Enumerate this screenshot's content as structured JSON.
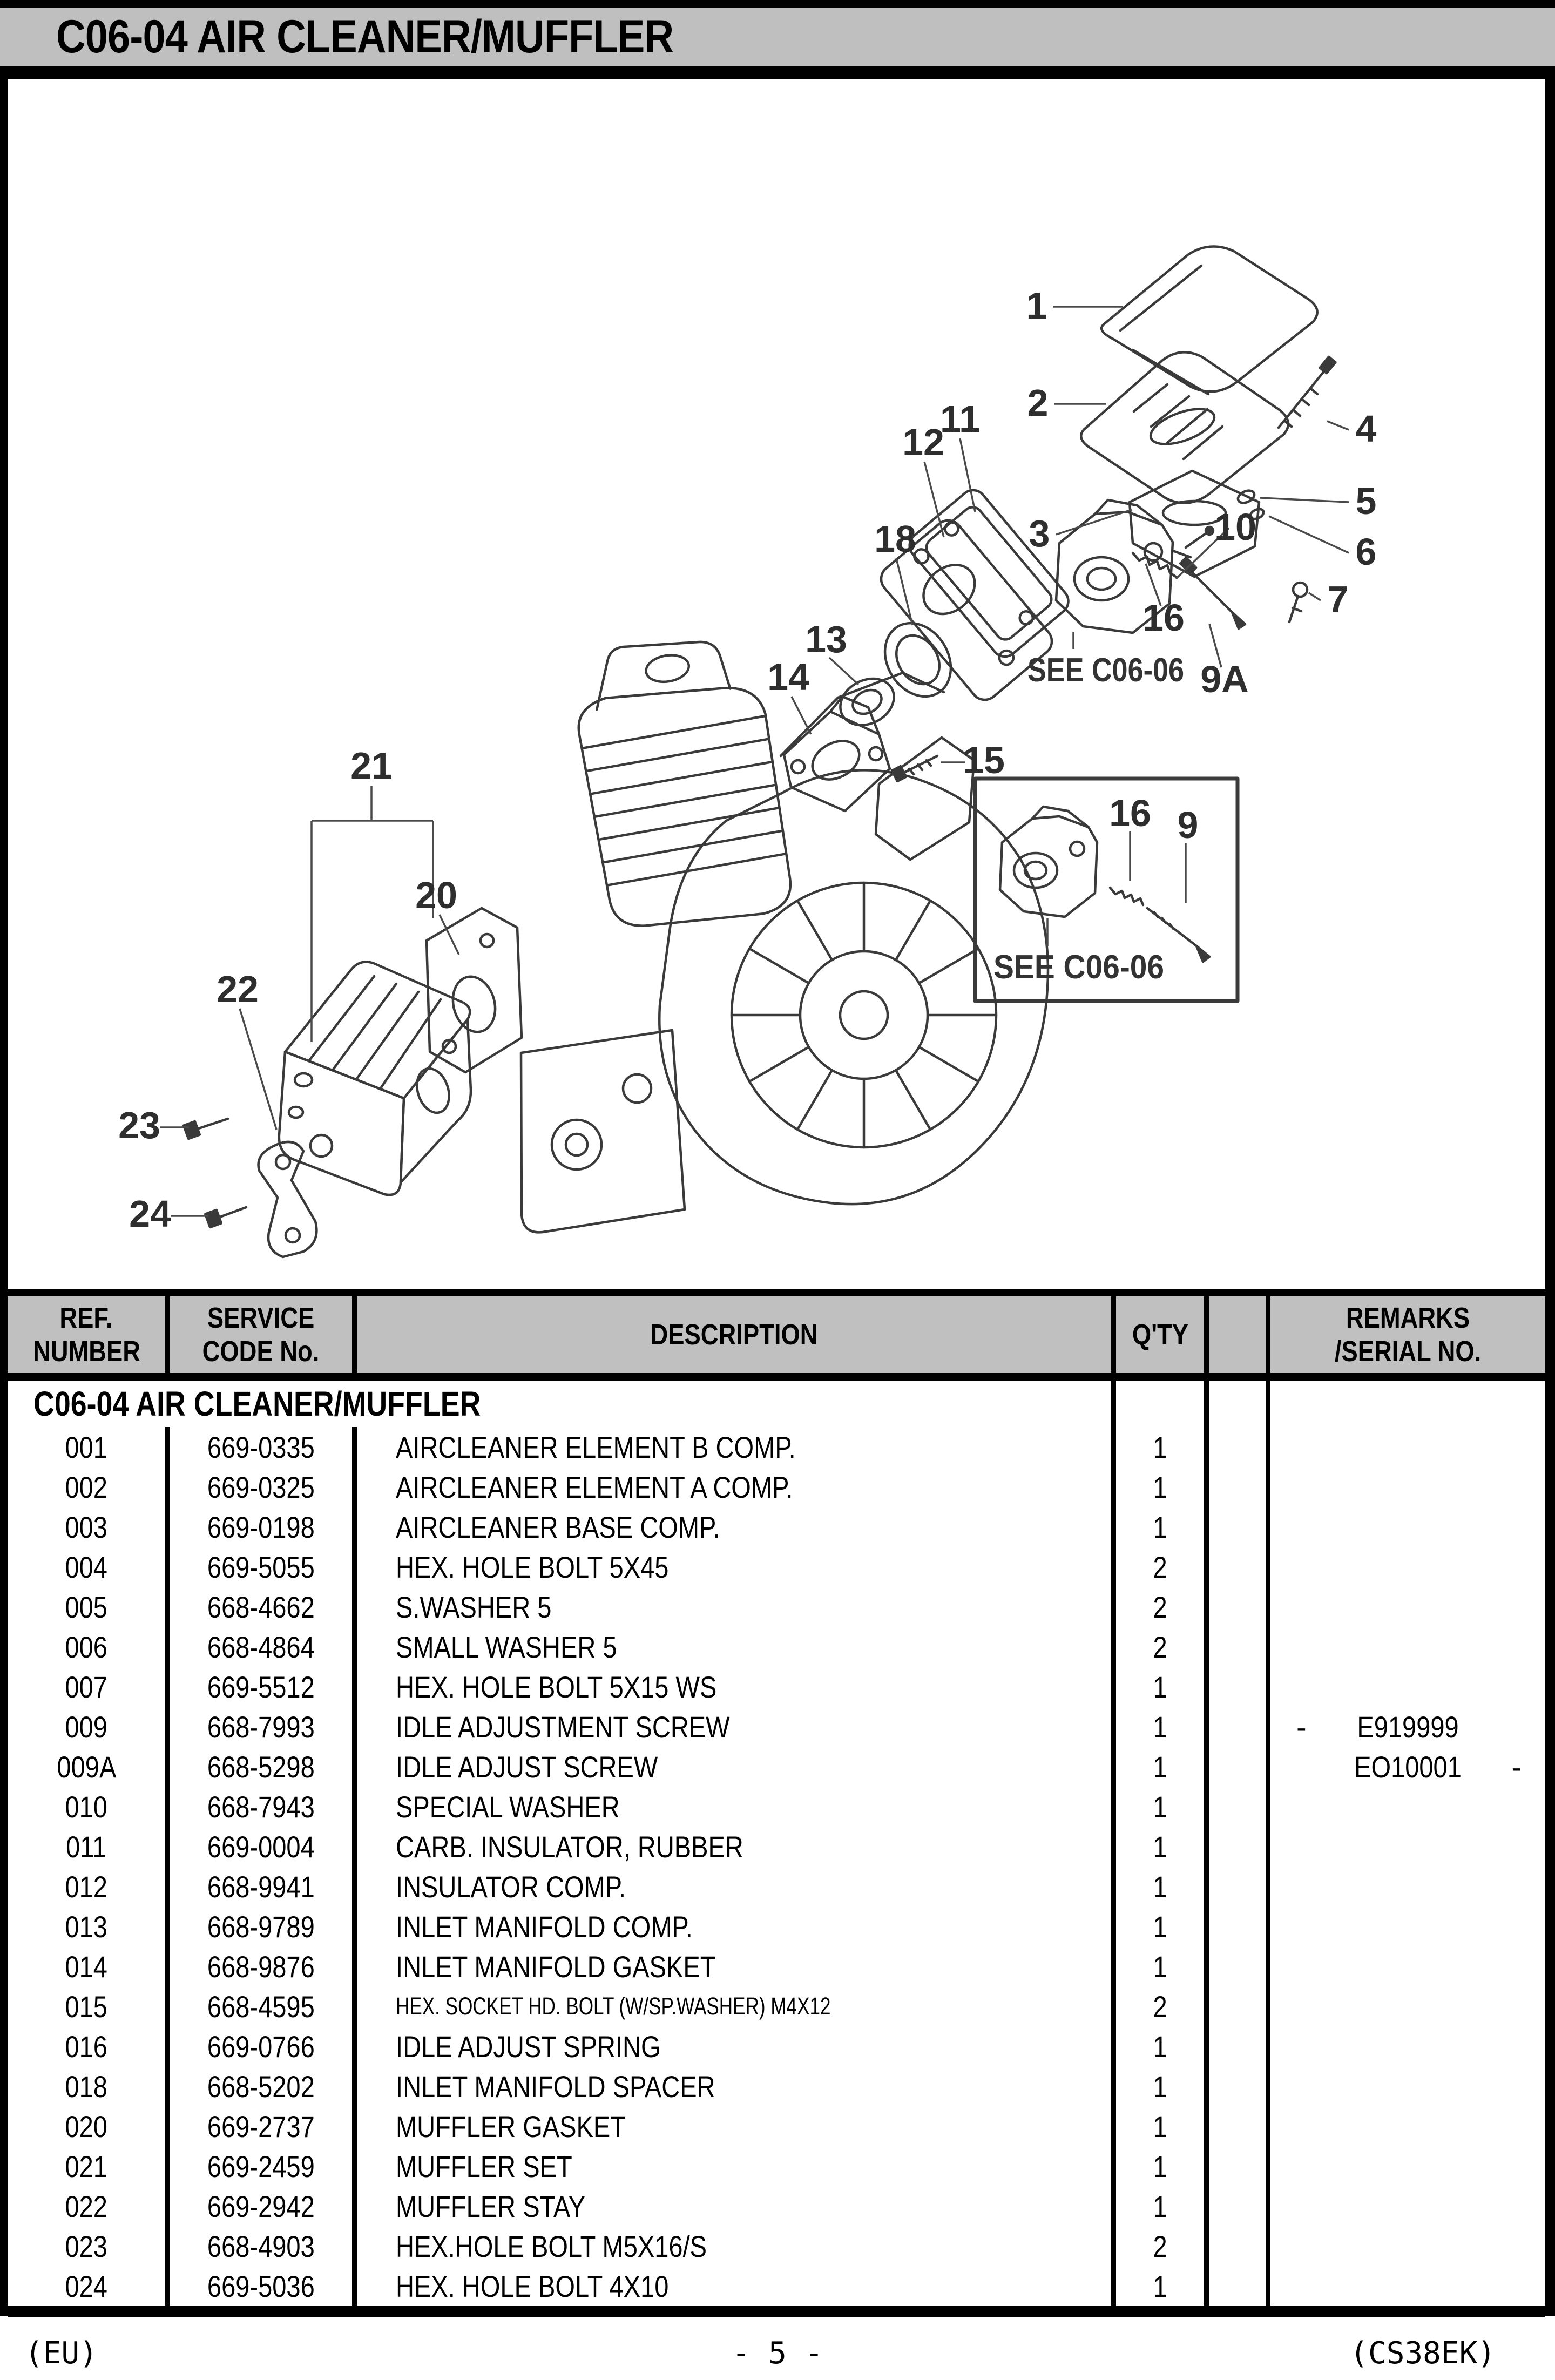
{
  "title": "C06-04 AIR CLEANER/MUFFLER",
  "diagram": {
    "callouts": [
      {
        "label": "1"
      },
      {
        "label": "2"
      },
      {
        "label": "3"
      },
      {
        "label": "4"
      },
      {
        "label": "5"
      },
      {
        "label": "6"
      },
      {
        "label": "7"
      },
      {
        "label": "10"
      },
      {
        "label": "11"
      },
      {
        "label": "12"
      },
      {
        "label": "13"
      },
      {
        "label": "14"
      },
      {
        "label": "15"
      },
      {
        "label": "16"
      },
      {
        "label": "9A"
      },
      {
        "label": "18"
      },
      {
        "label": "20"
      },
      {
        "label": "21"
      },
      {
        "label": "22"
      },
      {
        "label": "23"
      },
      {
        "label": "24"
      }
    ],
    "inset": {
      "callout_16": "16",
      "callout_9": "9",
      "see_ref": "SEE C06-06"
    },
    "see_ref_main": "SEE C06-06"
  },
  "table": {
    "header": {
      "ref": [
        "REF.",
        "NUMBER"
      ],
      "service": [
        "SERVICE",
        "CODE No."
      ],
      "description": "DESCRIPTION",
      "qty": "Q'TY",
      "blank": "",
      "remarks": [
        "REMARKS",
        "/SERIAL NO."
      ]
    },
    "section_title": "C06-04 AIR CLEANER/MUFFLER",
    "rows": [
      {
        "ref": "001",
        "code": "669-0335",
        "desc": "AIRCLEANER ELEMENT B COMP.",
        "qty": "1",
        "r_left": "",
        "r_center": "",
        "r_right": ""
      },
      {
        "ref": "002",
        "code": "669-0325",
        "desc": "AIRCLEANER ELEMENT A COMP.",
        "qty": "1",
        "r_left": "",
        "r_center": "",
        "r_right": ""
      },
      {
        "ref": "003",
        "code": "669-0198",
        "desc": "AIRCLEANER BASE COMP.",
        "qty": "1",
        "r_left": "",
        "r_center": "",
        "r_right": ""
      },
      {
        "ref": "004",
        "code": "669-5055",
        "desc": "HEX. HOLE BOLT 5X45",
        "qty": "2",
        "r_left": "",
        "r_center": "",
        "r_right": ""
      },
      {
        "ref": "005",
        "code": "668-4662",
        "desc": "S.WASHER 5",
        "qty": "2",
        "r_left": "",
        "r_center": "",
        "r_right": ""
      },
      {
        "ref": "006",
        "code": "668-4864",
        "desc": "SMALL WASHER 5",
        "qty": "2",
        "r_left": "",
        "r_center": "",
        "r_right": ""
      },
      {
        "ref": "007",
        "code": "669-5512",
        "desc": "HEX. HOLE BOLT 5X15 WS",
        "qty": "1",
        "r_left": "",
        "r_center": "",
        "r_right": ""
      },
      {
        "ref": "009",
        "code": "668-7993",
        "desc": "IDLE ADJUSTMENT SCREW",
        "qty": "1",
        "r_left": "-",
        "r_center": "E919999",
        "r_right": ""
      },
      {
        "ref": "009A",
        "code": "668-5298",
        "desc": "IDLE ADJUST SCREW",
        "qty": "1",
        "r_left": "",
        "r_center": "EO10001",
        "r_right": "-"
      },
      {
        "ref": "010",
        "code": "668-7943",
        "desc": "SPECIAL WASHER",
        "qty": "1",
        "r_left": "",
        "r_center": "",
        "r_right": ""
      },
      {
        "ref": "011",
        "code": "669-0004",
        "desc": "CARB. INSULATOR, RUBBER",
        "qty": "1",
        "r_left": "",
        "r_center": "",
        "r_right": ""
      },
      {
        "ref": "012",
        "code": "668-9941",
        "desc": "INSULATOR COMP.",
        "qty": "1",
        "r_left": "",
        "r_center": "",
        "r_right": ""
      },
      {
        "ref": "013",
        "code": "668-9789",
        "desc": "INLET MANIFOLD COMP.",
        "qty": "1",
        "r_left": "",
        "r_center": "",
        "r_right": ""
      },
      {
        "ref": "014",
        "code": "668-9876",
        "desc": "INLET MANIFOLD GASKET",
        "qty": "1",
        "r_left": "",
        "r_center": "",
        "r_right": ""
      },
      {
        "ref": "015",
        "code": "668-4595",
        "desc": "HEX. SOCKET HD. BOLT (W/SP.WASHER) M4X12",
        "qty": "2",
        "r_left": "",
        "r_center": "",
        "r_right": ""
      },
      {
        "ref": "016",
        "code": "669-0766",
        "desc": "IDLE ADJUST SPRING",
        "qty": "1",
        "r_left": "",
        "r_center": "",
        "r_right": ""
      },
      {
        "ref": "018",
        "code": "668-5202",
        "desc": "INLET MANIFOLD SPACER",
        "qty": "1",
        "r_left": "",
        "r_center": "",
        "r_right": ""
      },
      {
        "ref": "020",
        "code": "669-2737",
        "desc": "MUFFLER GASKET",
        "qty": "1",
        "r_left": "",
        "r_center": "",
        "r_right": ""
      },
      {
        "ref": "021",
        "code": "669-2459",
        "desc": "MUFFLER SET",
        "qty": "1",
        "r_left": "",
        "r_center": "",
        "r_right": ""
      },
      {
        "ref": "022",
        "code": "669-2942",
        "desc": "MUFFLER STAY",
        "qty": "1",
        "r_left": "",
        "r_center": "",
        "r_right": ""
      },
      {
        "ref": "023",
        "code": "668-4903",
        "desc": "HEX.HOLE BOLT M5X16/S",
        "qty": "2",
        "r_left": "",
        "r_center": "",
        "r_right": ""
      },
      {
        "ref": "024",
        "code": "669-5036",
        "desc": "HEX. HOLE BOLT 4X10",
        "qty": "1",
        "r_left": "",
        "r_center": "",
        "r_right": ""
      }
    ]
  },
  "footer": {
    "left": "(EU)",
    "center": "- 5 -",
    "right": "(CS38EK)"
  }
}
